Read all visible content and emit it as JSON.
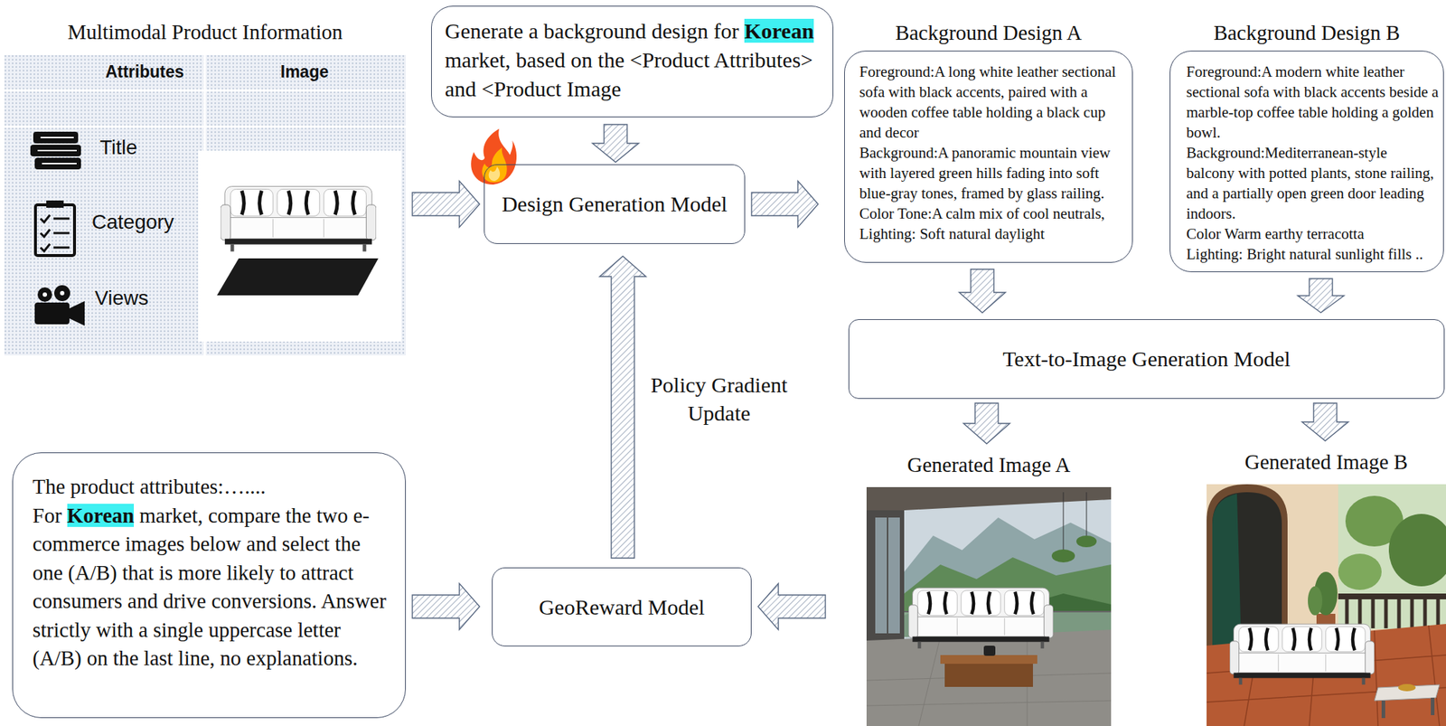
{
  "diagram": {
    "nodes": [
      {
        "text": [
          "Multimodal Product Information",
          "Attributes",
          "Image",
          "Title",
          "Category",
          "Views"
        ]
      },
      {
        "text": [
          "Generate a background design for",
          "Korean",
          "market, based on the <Product Attributes> and <Product Image"
        ]
      },
      {
        "text": [
          "Design Generation Model"
        ]
      },
      {
        "text": [
          "Background Design A",
          "Foreground:A long white leather sectional sofa with black accents, paired with a wooden coffee table holding a black cup and decor",
          "Background:A panoramic mountain view with layered green hills fading into soft blue-gray tones, framed by glass railing.",
          "Color Tone:A calm mix of cool neutrals,",
          "Lighting: Soft natural daylight"
        ]
      },
      {
        "text": [
          "Background Design B",
          "Foreground:A modern white leather sectional sofa with black accents beside a marble-top coffee table holding a golden bowl.",
          "Background:Mediterranean-style balcony with potted plants, stone railing, and a partially open green door leading indoors.",
          "Color Warm earthy terracotta",
          "Lighting: Bright natural sunlight fills .."
        ]
      },
      {
        "text": [
          "Text-to-Image Generation Model"
        ]
      },
      {
        "text": [
          "Generated Image A"
        ]
      },
      {
        "text": [
          "Generated Image B"
        ]
      },
      {
        "text": [
          "The product attributes:…....",
          "For",
          "Korean",
          "market, compare the two e-commerce images below and select the one (A/B) that is more likely to attract consumers and drive conversions. Answer strictly with a single uppercase letter (A/B) on the last line, no explanations."
        ]
      },
      {
        "text": [
          "GeoReward Model"
        ]
      }
    ],
    "edges": [
      {
        "from": 0,
        "to": 2,
        "arrow": "to"
      },
      {
        "from": 1,
        "to": 2,
        "arrow": "to"
      },
      {
        "from": 2,
        "to": 3,
        "arrow": "to"
      },
      {
        "from": 3,
        "to": 5,
        "arrow": "to"
      },
      {
        "from": 4,
        "to": 5,
        "arrow": "to"
      },
      {
        "from": 5,
        "to": 6,
        "arrow": "to"
      },
      {
        "from": 5,
        "to": 7,
        "arrow": "to"
      },
      {
        "from": 8,
        "to": 9,
        "arrow": "to"
      },
      {
        "from": 6,
        "to": 9,
        "arrow": "to"
      },
      {
        "from": 9,
        "to": 2,
        "label": "Policy Gradient Update",
        "arrow": "to"
      }
    ]
  }
}
